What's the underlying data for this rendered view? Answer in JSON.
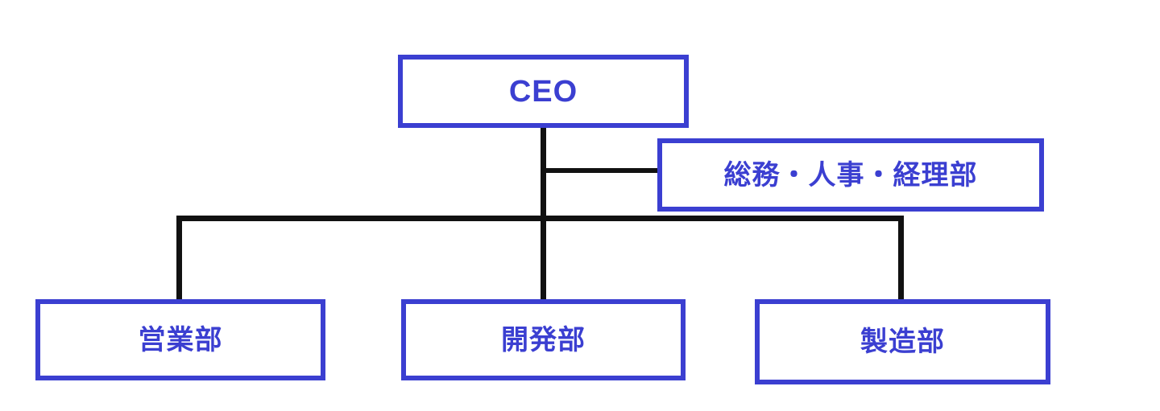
{
  "org_chart": {
    "root": {
      "label": "CEO"
    },
    "staff": {
      "label": "総務・人事・経理部"
    },
    "departments": [
      {
        "label": "営業部"
      },
      {
        "label": "開発部"
      },
      {
        "label": "製造部"
      }
    ]
  },
  "colors": {
    "box_border": "#3b3fd1",
    "text": "#3b3fd1",
    "connector": "#111111",
    "background": "#ffffff"
  }
}
